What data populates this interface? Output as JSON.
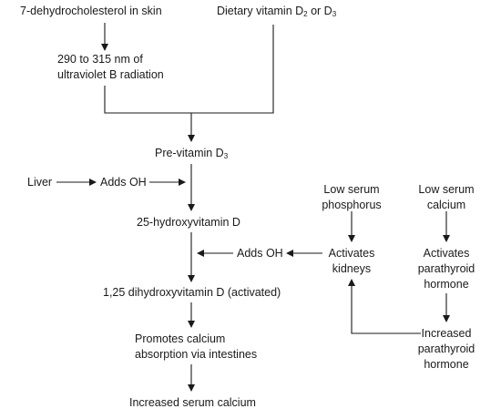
{
  "nodes": {
    "dehydro": "7-dehydrocholesterol in skin",
    "dietary": {
      "prefix": "Dietary vitamin D",
      "sub1": "2",
      "mid": " or D",
      "sub2": "3"
    },
    "uvb_line1": "290 to 315 nm of",
    "uvb_line2": "ultraviolet B radiation",
    "previtamin": {
      "prefix": "Pre-vitamin D",
      "sub": "3"
    },
    "liver": "Liver",
    "adds_oh_1": "Adds OH",
    "hydroxy25": "25-hydroxyvitamin D",
    "adds_oh_2": "Adds OH",
    "dihydroxy": "1,25 dihydroxyvitamin D (activated)",
    "promotes_line1": "Promotes calcium",
    "promotes_line2": "absorption via intestines",
    "increased_calcium": "Increased serum calcium",
    "low_phos_line1": "Low serum",
    "low_phos_line2": "phosphorus",
    "activates_kidneys_line1": "Activates",
    "activates_kidneys_line2": "kidneys",
    "low_calcium_line1": "Low serum",
    "low_calcium_line2": "calcium",
    "activates_pth_line1": "Activates",
    "activates_pth_line2": "parathyroid",
    "activates_pth_line3": "hormone",
    "increased_pth_line1": "Increased",
    "increased_pth_line2": "parathyroid",
    "increased_pth_line3": "hormone"
  },
  "colors": {
    "ink": "#1a1a1a",
    "background": "#ffffff"
  }
}
